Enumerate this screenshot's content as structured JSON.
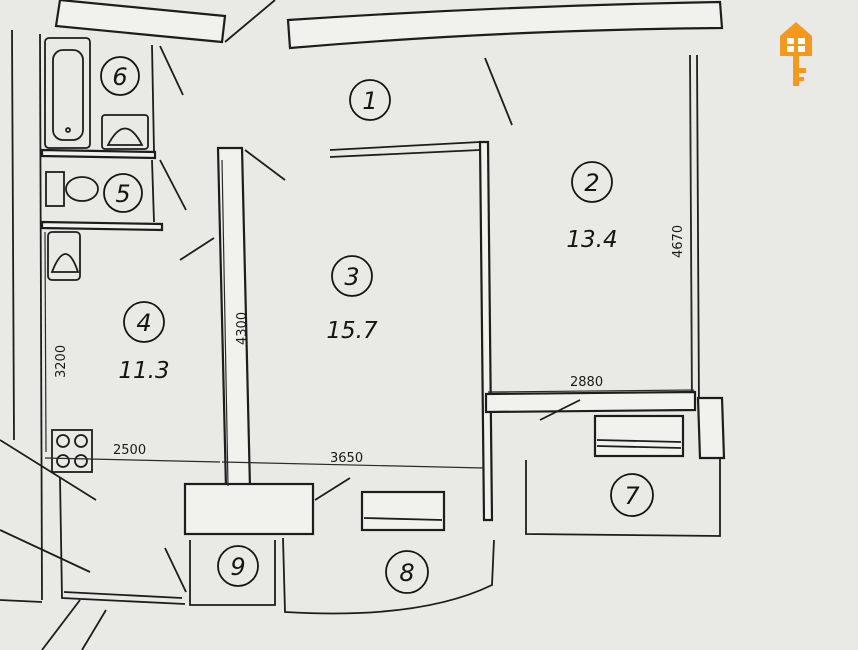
{
  "rooms": [
    {
      "id": "1",
      "label": "1",
      "area": ""
    },
    {
      "id": "2",
      "label": "2",
      "area": "13.4"
    },
    {
      "id": "3",
      "label": "3",
      "area": "15.7"
    },
    {
      "id": "4",
      "label": "4",
      "area": "11.3"
    },
    {
      "id": "5",
      "label": "5",
      "area": ""
    },
    {
      "id": "6",
      "label": "6",
      "area": ""
    },
    {
      "id": "7",
      "label": "7",
      "area": ""
    },
    {
      "id": "8",
      "label": "8",
      "area": ""
    },
    {
      "id": "9",
      "label": "9",
      "area": ""
    }
  ],
  "dimensions": {
    "d4670": "4670",
    "d4300": "4300",
    "d3200": "3200",
    "d2880": "2880",
    "d2500": "2500",
    "d3650": "3650"
  },
  "colors": {
    "background": "#e9eae6",
    "line": "#1d1d1d",
    "logo": "#f39a1e"
  },
  "icons": {
    "logo": "house-key-icon"
  }
}
